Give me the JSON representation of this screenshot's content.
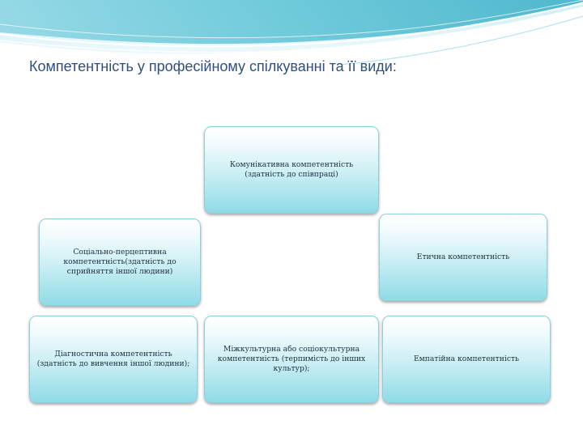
{
  "title": "Компетентність у професійному спілкуванні та її види:",
  "boxes": {
    "communicative": {
      "lines": [
        "Комунікативна  компетентність",
        "(здатність до співпраці)"
      ]
    },
    "social_perceptive": {
      "lines": [
        "Соціально-перцептивна",
        "компетентність(здатність до",
        "сприйняття іншої людини)"
      ]
    },
    "ethical": {
      "text": "Етична компетентність"
    },
    "diagnostic": {
      "lines": [
        "Діагностична  компетентність",
        "(здатність до вивчення іншої людини);"
      ]
    },
    "intercultural": {
      "lines": [
        "Міжкультурна або соціокультурна",
        "компетентність (терпимість до інших",
        "культур);"
      ]
    },
    "empathic": {
      "text": "Емпатійна компетентність"
    }
  },
  "colors": {
    "title": "#2f4f7f",
    "box_border": "#8fcfda",
    "box_fill_top": "#ffffff",
    "box_fill_bottom": "#8fdbe6",
    "decor_teal": "#5cc3d6"
  }
}
